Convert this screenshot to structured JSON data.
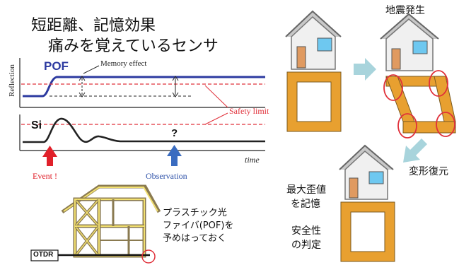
{
  "title": {
    "line1": "短距離、記憶効果",
    "line2": "痛みを覚えているセンサ"
  },
  "graph_top": {
    "series_label": "POF",
    "y_axis_label": "Reflection",
    "memory_label": "Memory effect",
    "safety_label": "Safety limit"
  },
  "graph_bottom": {
    "series_label": "Si",
    "question_mark": "?",
    "x_axis_label": "time"
  },
  "markers": {
    "event_label": "Event !",
    "observation_label": "Observation"
  },
  "building": {
    "pof_note_line1": "プラスチック光",
    "pof_note_line2": "ファイバ(POF)を",
    "pof_note_line3": "予めはっておく",
    "device_label": "OTDR"
  },
  "right_panel": {
    "earthquake_label": "地震発生",
    "restore_label": "変形復元",
    "strain_line1": "最大歪値",
    "strain_line2": "を記憶",
    "safety_line1": "安全性",
    "safety_line2": "の判定"
  },
  "colors": {
    "pof_blue": "#2c3aa0",
    "safety_red": "#e0303a",
    "arrow_red": "#e0202a",
    "arrow_blue": "#3a6cc0",
    "frame_orange": "#e8a030",
    "teal_arrow": "#a8d4dc"
  }
}
